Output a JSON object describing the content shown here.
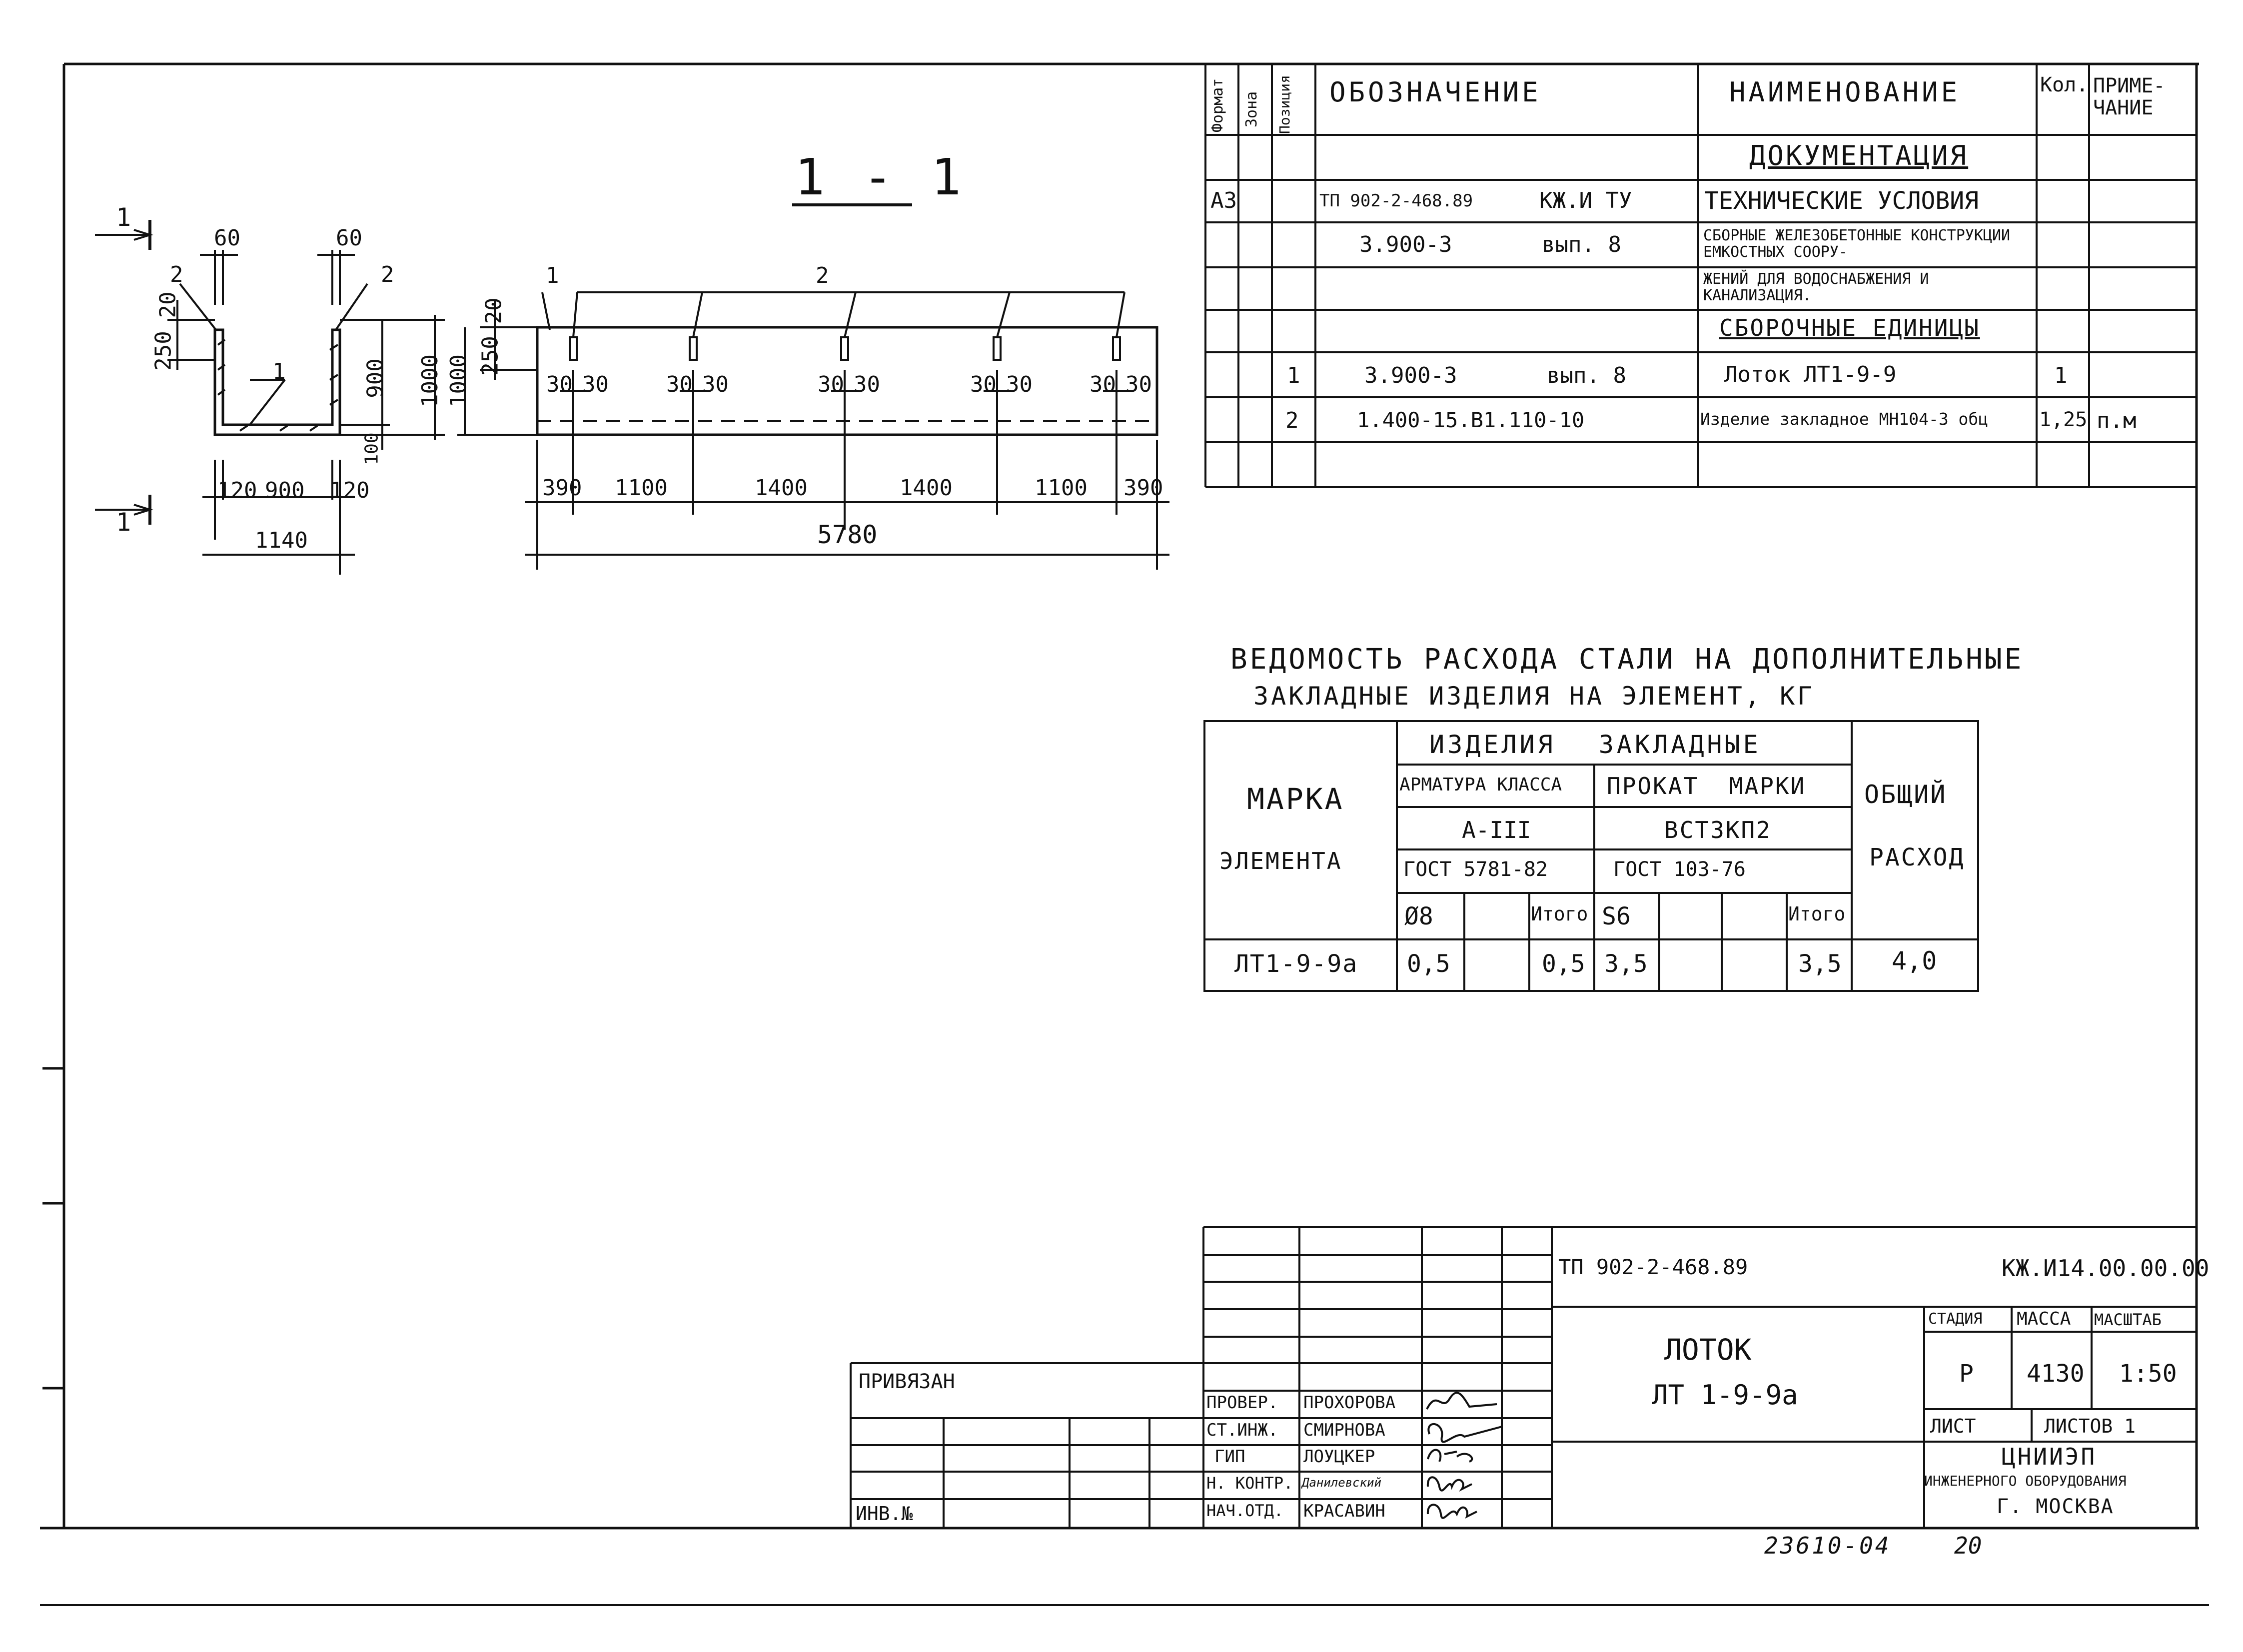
{
  "section": {
    "title": "1 - 1",
    "cut_marks": [
      "1",
      "1"
    ],
    "profile": {
      "dims_top": [
        "60",
        "60"
      ],
      "labels": [
        "2",
        "2",
        "1"
      ],
      "dims_left": [
        "20",
        "250"
      ],
      "dims_right": [
        "900",
        "1000"
      ],
      "dim_bottom_small": "100",
      "dims_bottom": [
        "120",
        "900",
        "120"
      ],
      "total": "1140"
    },
    "side": {
      "labels": [
        "1",
        "2"
      ],
      "dims_left": [
        "20",
        "250",
        "1000"
      ],
      "anchor_dims": [
        "30",
        "30",
        "30",
        "30",
        "30",
        "30",
        "30",
        "30",
        "30",
        "30"
      ],
      "spans": [
        "390",
        "1100",
        "1400",
        "1400",
        "1100",
        "390"
      ],
      "total": "5780"
    }
  },
  "spec": {
    "headers": {
      "format": "Формат",
      "zone": "Зона",
      "position": "Позиция",
      "designation": "Обозначение",
      "name": "Наименование",
      "qty": "Кол.",
      "note": "Приме-\nчание"
    },
    "rows": [
      {
        "type": "section",
        "name": "Документация"
      },
      {
        "format": "А3",
        "pos": "",
        "code": "ТП 902-2-468.89",
        "code2": "КЖ.И ТУ",
        "name": "Технические условия",
        "qty": "",
        "note": ""
      },
      {
        "format": "",
        "pos": "",
        "code": "3.900-3",
        "code2": "вып. 8",
        "name": "Сборные железобетонные конструкции емкостных соору-",
        "qty": "",
        "note": ""
      },
      {
        "format": "",
        "pos": "",
        "code": "",
        "code2": "",
        "name": "жений для водоснабжения и канализация.",
        "qty": "",
        "note": ""
      },
      {
        "type": "section",
        "name": "Сборочные единицы"
      },
      {
        "format": "",
        "pos": "1",
        "code": "3.900-3",
        "code2": "вып. 8",
        "name": "Лоток ЛТ1-9-9",
        "qty": "1",
        "note": ""
      },
      {
        "format": "",
        "pos": "2",
        "code": "1.400-15.В1.110-10",
        "code2": "",
        "name": "Изделие закладное МН104-3 обц",
        "qty": "1,25",
        "note": "п.м"
      }
    ]
  },
  "steel": {
    "title1": "Ведомость расхода стали на дополнительные",
    "title2": "закладные изделия на элемент, кг",
    "h_mark": "Марка",
    "h_element": "элемента",
    "h_items": "Изделия закладные",
    "h_rebar": "Арматура класса",
    "h_rolled": "Прокат марки",
    "h_rebar_class": "А-III",
    "h_rolled_grade": "ВСт3кп2",
    "h_rebar_gost": "ГОСТ 5781-82",
    "h_rolled_gost": "ГОСТ 103-76",
    "h_total1": "Общий",
    "h_total2": "расход",
    "sub": [
      "Ø8",
      "",
      "Итого",
      "S6",
      "",
      "",
      "Итого"
    ],
    "row": {
      "mark": "ЛТ1-9-9а",
      "v": [
        "0,5",
        "",
        "0,5",
        "3,5",
        "",
        "",
        "3,5"
      ],
      "total": "4,0"
    }
  },
  "stamp": {
    "privyazan": "Привязан",
    "inv": "Инв.№",
    "roles": [
      "Провер.",
      "Ст.инж.",
      "ГИП",
      "Н. контр.",
      "Нач.отд."
    ],
    "names": [
      "Прохорова",
      "Смирнова",
      "Лоуцкер",
      "Данилевский",
      "Красавин"
    ],
    "project": "ТП 902-2-468.89",
    "code": "КЖ.И14.00.00.00",
    "title1": "Лоток",
    "title2": "ЛТ 1-9-9а",
    "h_stage": "Стадия",
    "h_mass": "Масса",
    "h_scale": "Масштаб",
    "stage": "Р",
    "mass": "4130",
    "scale": "1:50",
    "sheet": "Лист",
    "sheets": "Листов 1",
    "org1": "ЦНИИЭП",
    "org2": "инженерного оборудования",
    "org3": "г. Москва"
  },
  "footer": {
    "order": "23610-04",
    "page": "20"
  }
}
